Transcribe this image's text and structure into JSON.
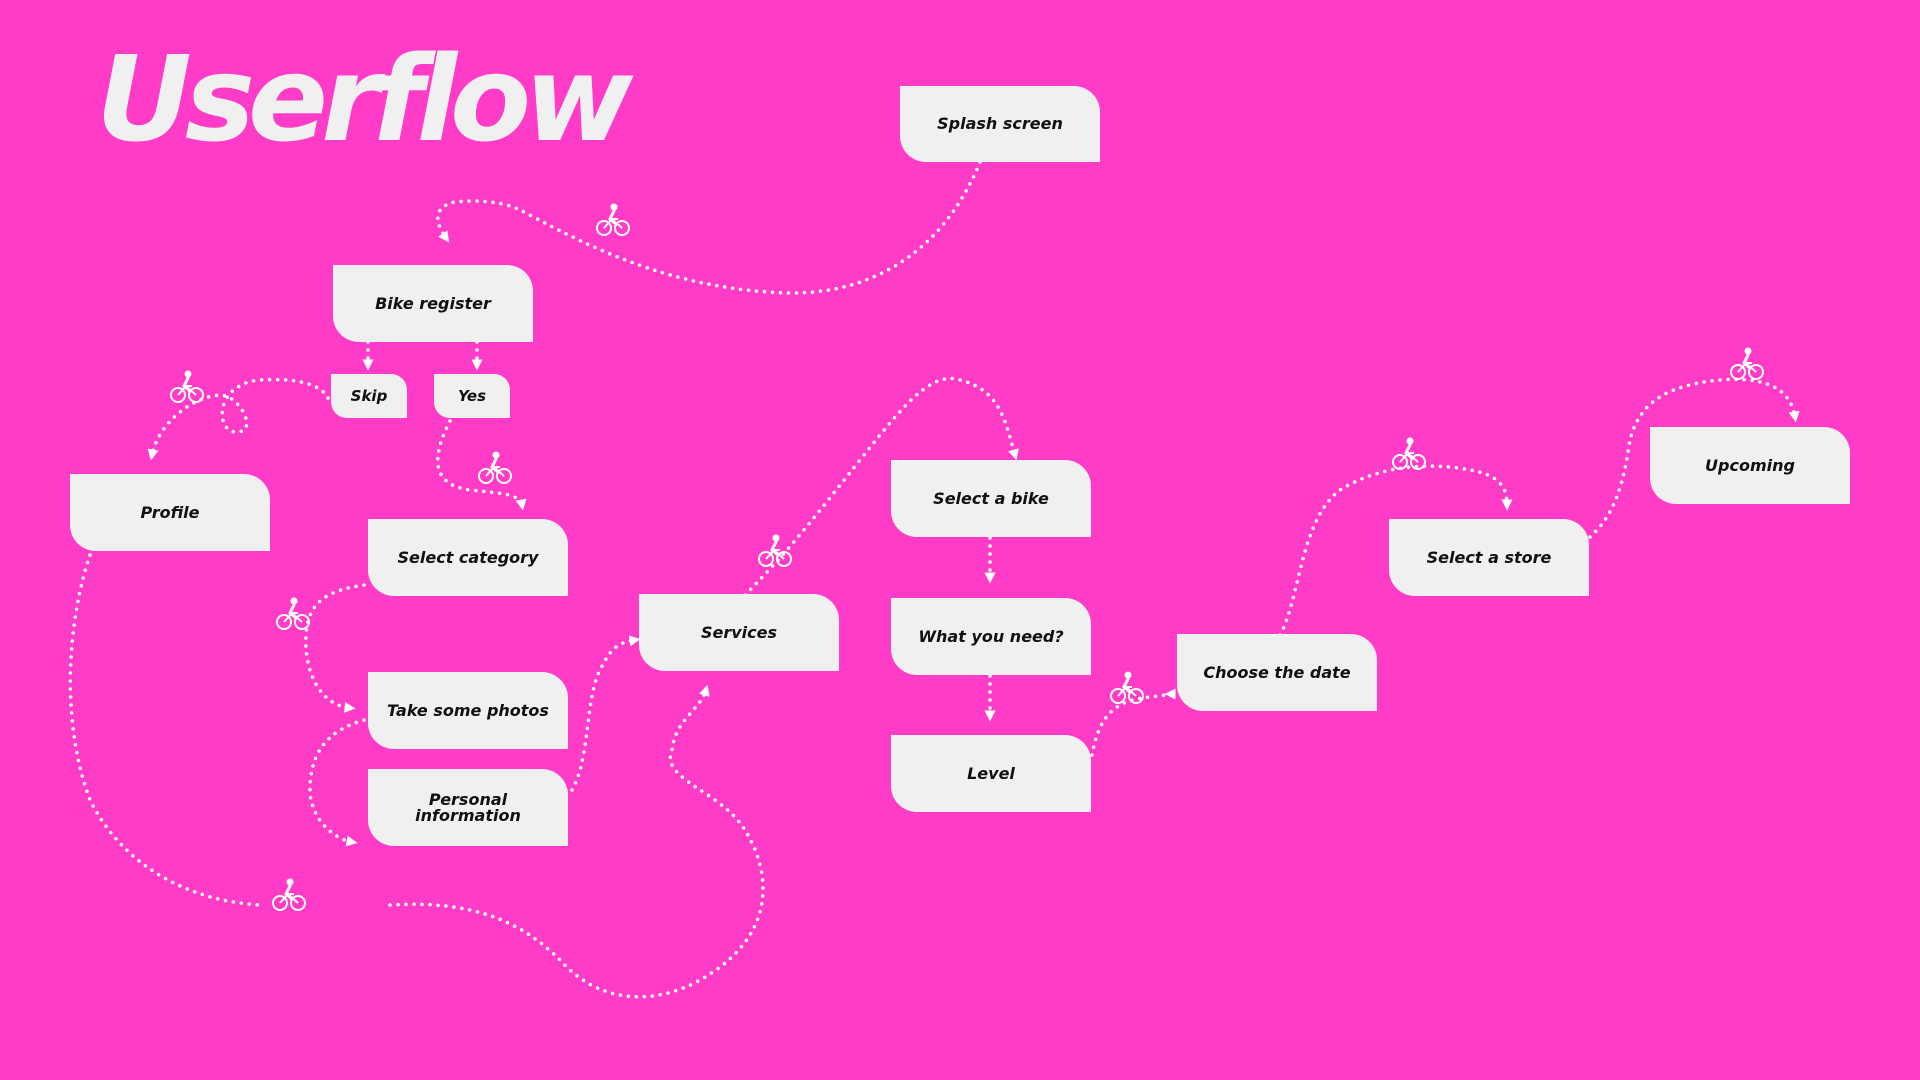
{
  "title": "Userflow",
  "colors": {
    "background": "#ff3cc7",
    "node": "#f0f0f0",
    "text": "#111111",
    "path": "#ffffff"
  },
  "nodes": {
    "splash_screen": "Splash screen",
    "bike_register": "Bike register",
    "skip": "Skip",
    "yes": "Yes",
    "profile": "Profile",
    "select_category": "Select category",
    "take_some_photos": "Take some photos",
    "personal_information": "Personal information",
    "services": "Services",
    "select_a_bike": "Select a bike",
    "what_you_need": "What you need?",
    "level": "Level",
    "choose_the_date": "Choose the date",
    "select_a_store": "Select a store",
    "upcoming": "Upcoming"
  },
  "icons": [
    "cyclist-icon"
  ]
}
